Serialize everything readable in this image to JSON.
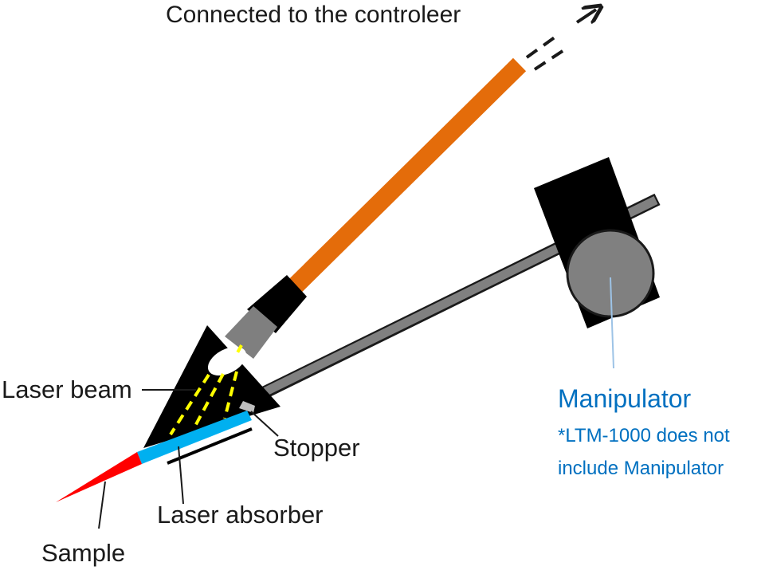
{
  "labels": {
    "connected": "Connected to the controleer",
    "laser_beam": "Laser beam",
    "stopper": "Stopper",
    "laser_absorber": "Laser absorber",
    "sample": "Sample",
    "manipulator": "Manipulator",
    "note_line1": "*LTM-1000 does not",
    "note_line2": "include Manipulator"
  },
  "colors": {
    "fiber": "#e46c0a",
    "connector": "#7f7f7f",
    "body": "#000000",
    "laser_beam": "#ffff00",
    "absorber": "#00b0f0",
    "sample": "#ff0000",
    "manipulator_text": "#0070c0",
    "rod": "#808080"
  }
}
